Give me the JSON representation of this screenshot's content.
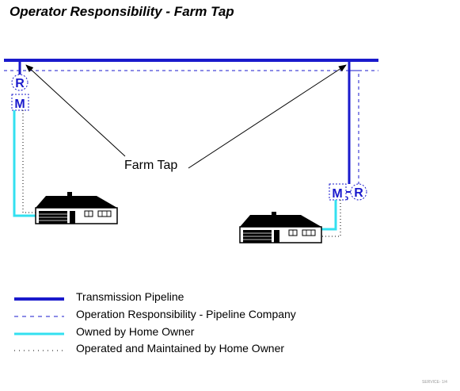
{
  "title": "Operator Responsibility - Farm Tap",
  "callout": {
    "label": "Farm Tap"
  },
  "meters": {
    "left": {
      "regulator": "R",
      "meter": "M"
    },
    "right": {
      "meter": "M",
      "regulator": "R"
    }
  },
  "legend": [
    {
      "label": "Transmission Pipeline",
      "style": "thick-solid",
      "color": "#1a1acc"
    },
    {
      "label": "Operation Responsibility - Pipeline Company",
      "style": "dashed",
      "color": "#1a1acc"
    },
    {
      "label": "Owned by Home Owner",
      "style": "solid",
      "color": "#33e0f0"
    },
    {
      "label": "Operated and Maintained by Home Owner",
      "style": "dotted",
      "color": "#000000"
    }
  ],
  "footer": "SERVICE- 1/4",
  "colors": {
    "pipeline": "#1a1acc",
    "homeowner_line": "#33e0f0",
    "text": "#000000"
  },
  "icons": [
    "house-icon",
    "regulator-icon",
    "meter-icon"
  ]
}
